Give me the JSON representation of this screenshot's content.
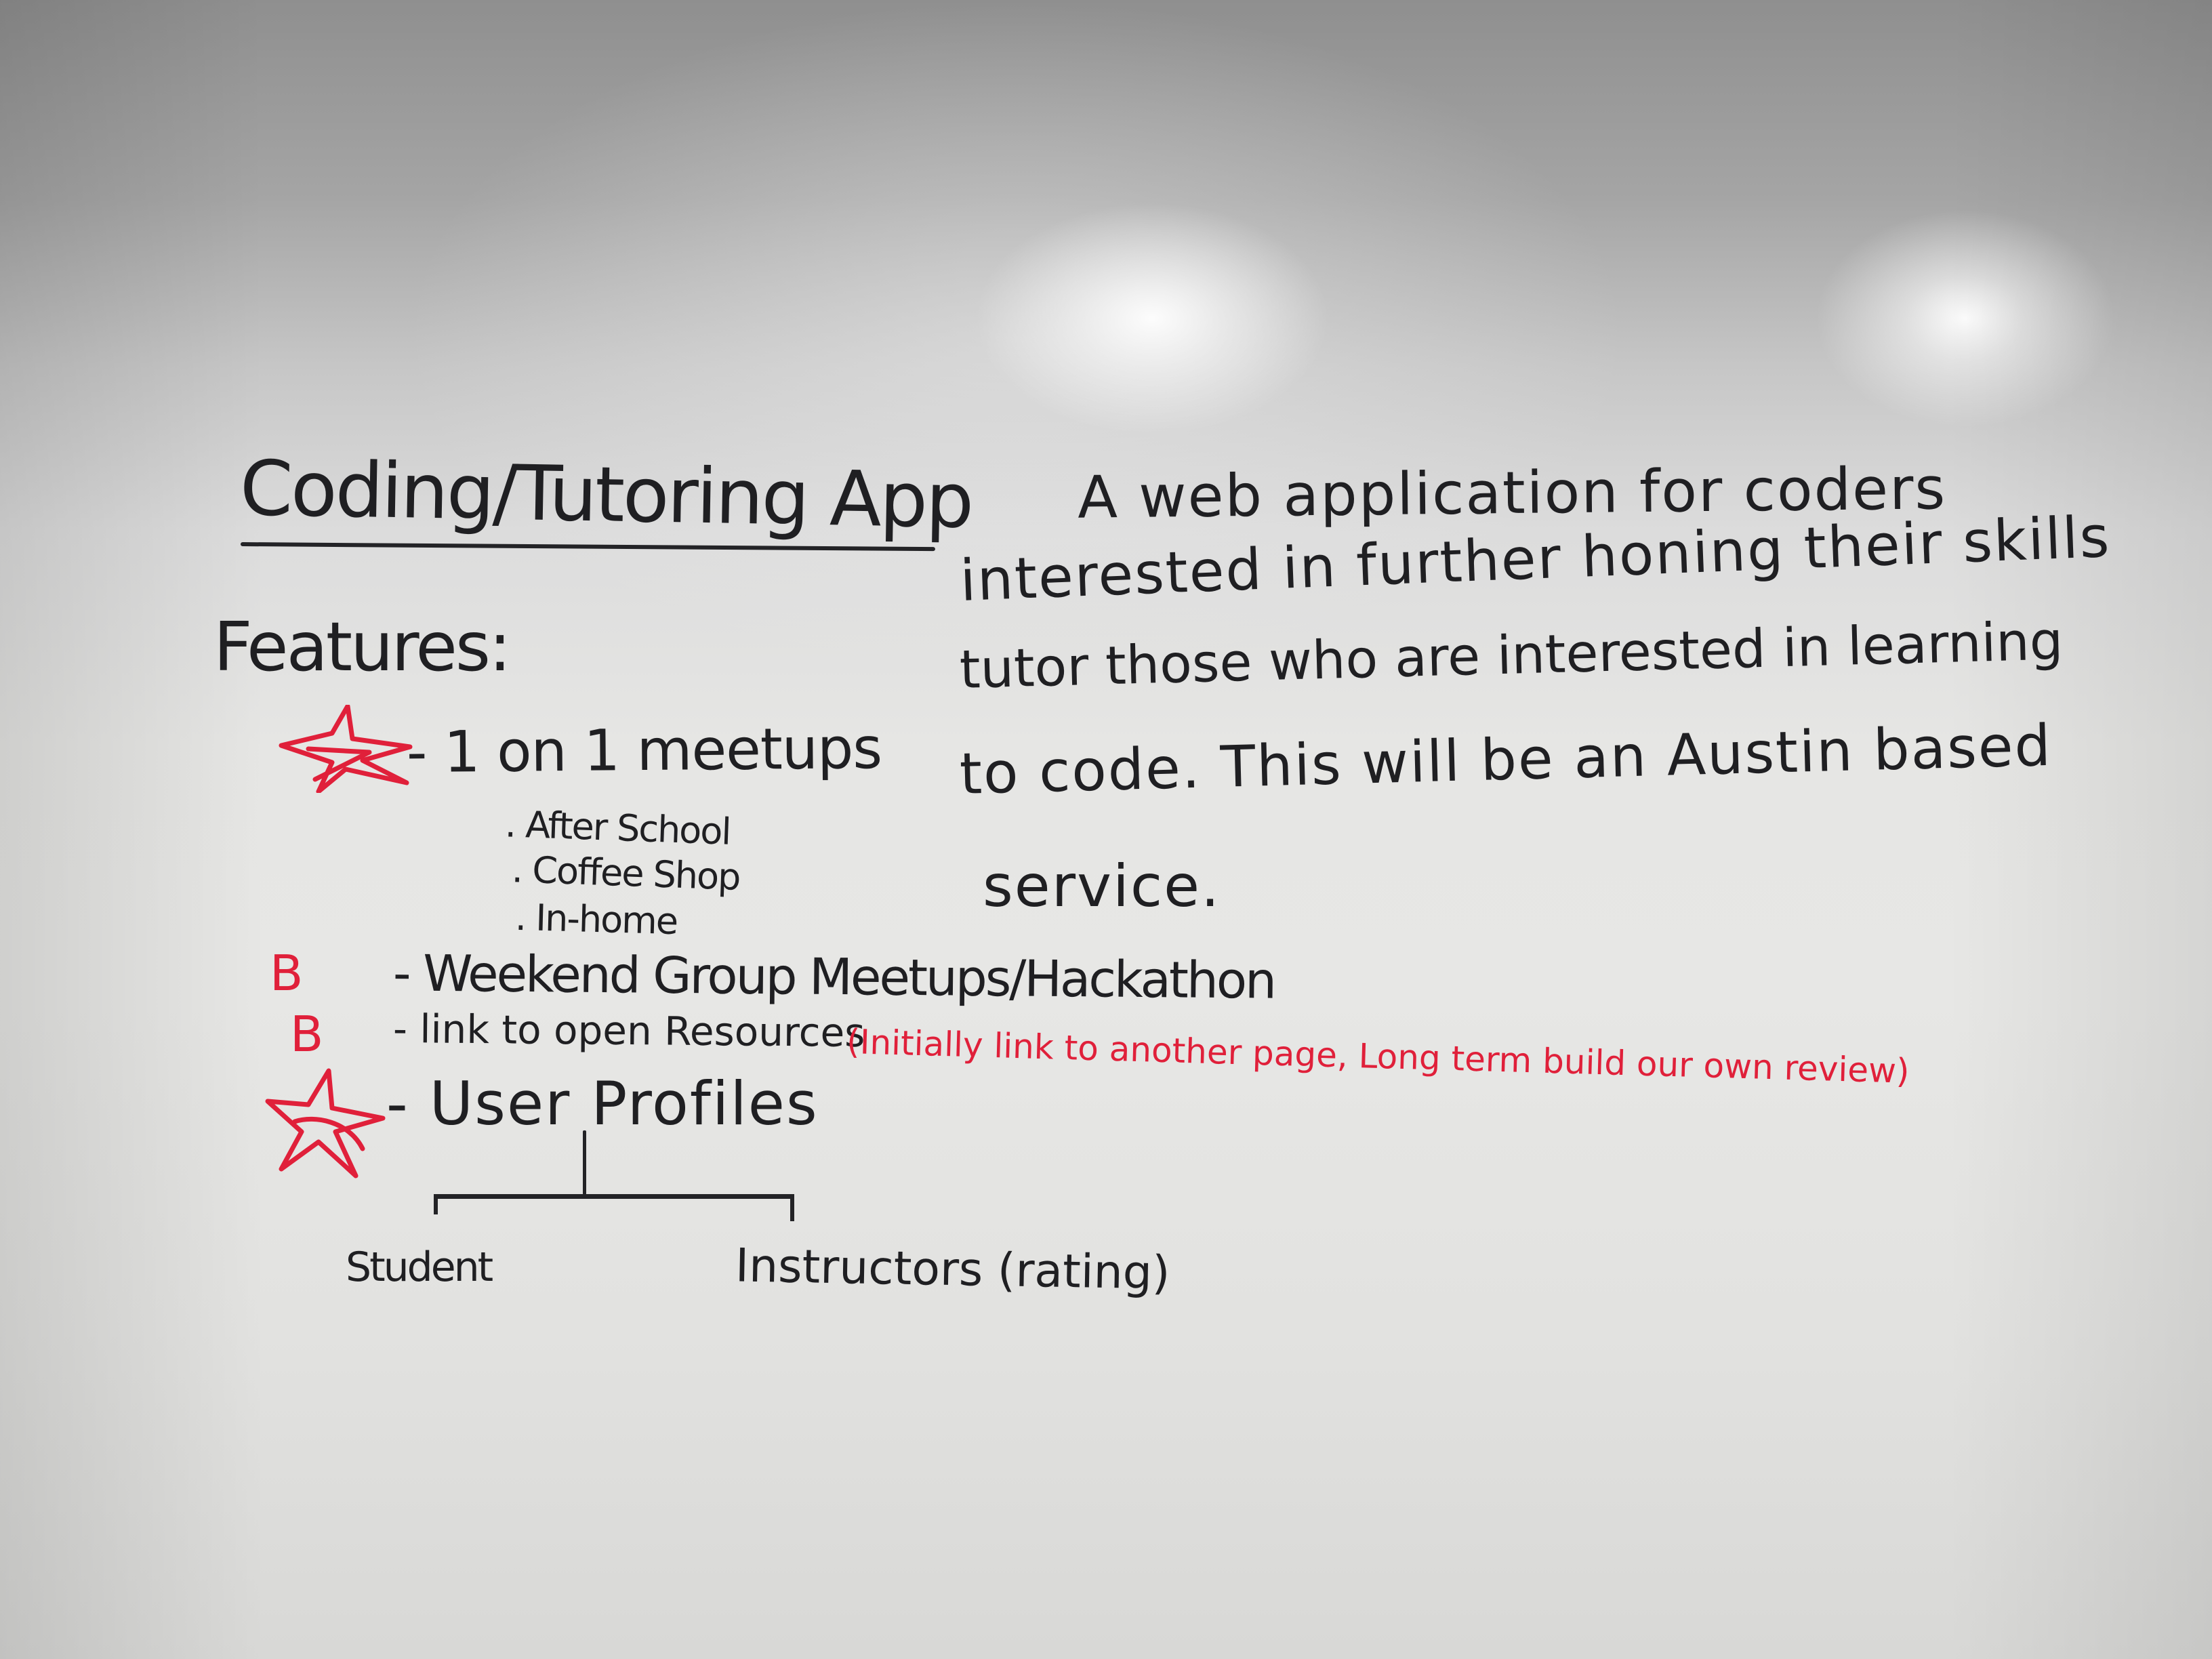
{
  "board": {
    "title": "Coding/Tutoring App",
    "features_heading": "Features:",
    "description": [
      "A web application for coders",
      "interested in further honing their skills",
      "tutor those who are interested in learning",
      "to code. This will be an Austin based",
      "service."
    ],
    "features": {
      "one_on_one": "- 1 on 1 meetups",
      "locations": [
        ". After School",
        ". Coffee Shop",
        ". In-home"
      ],
      "weekend_marker": "B",
      "weekend": "- Weekend Group Meetups/Hackathon",
      "resources_marker": "B",
      "resources": "- link to open Resources",
      "resources_note": "(Initially link to another page, Long term build our own review)",
      "profiles": "- User Profiles",
      "profile_types": [
        "Student",
        "Instructors (rating)"
      ]
    },
    "colors": {
      "black_marker": "#1f1f22",
      "red_marker": "#e0203a"
    }
  }
}
